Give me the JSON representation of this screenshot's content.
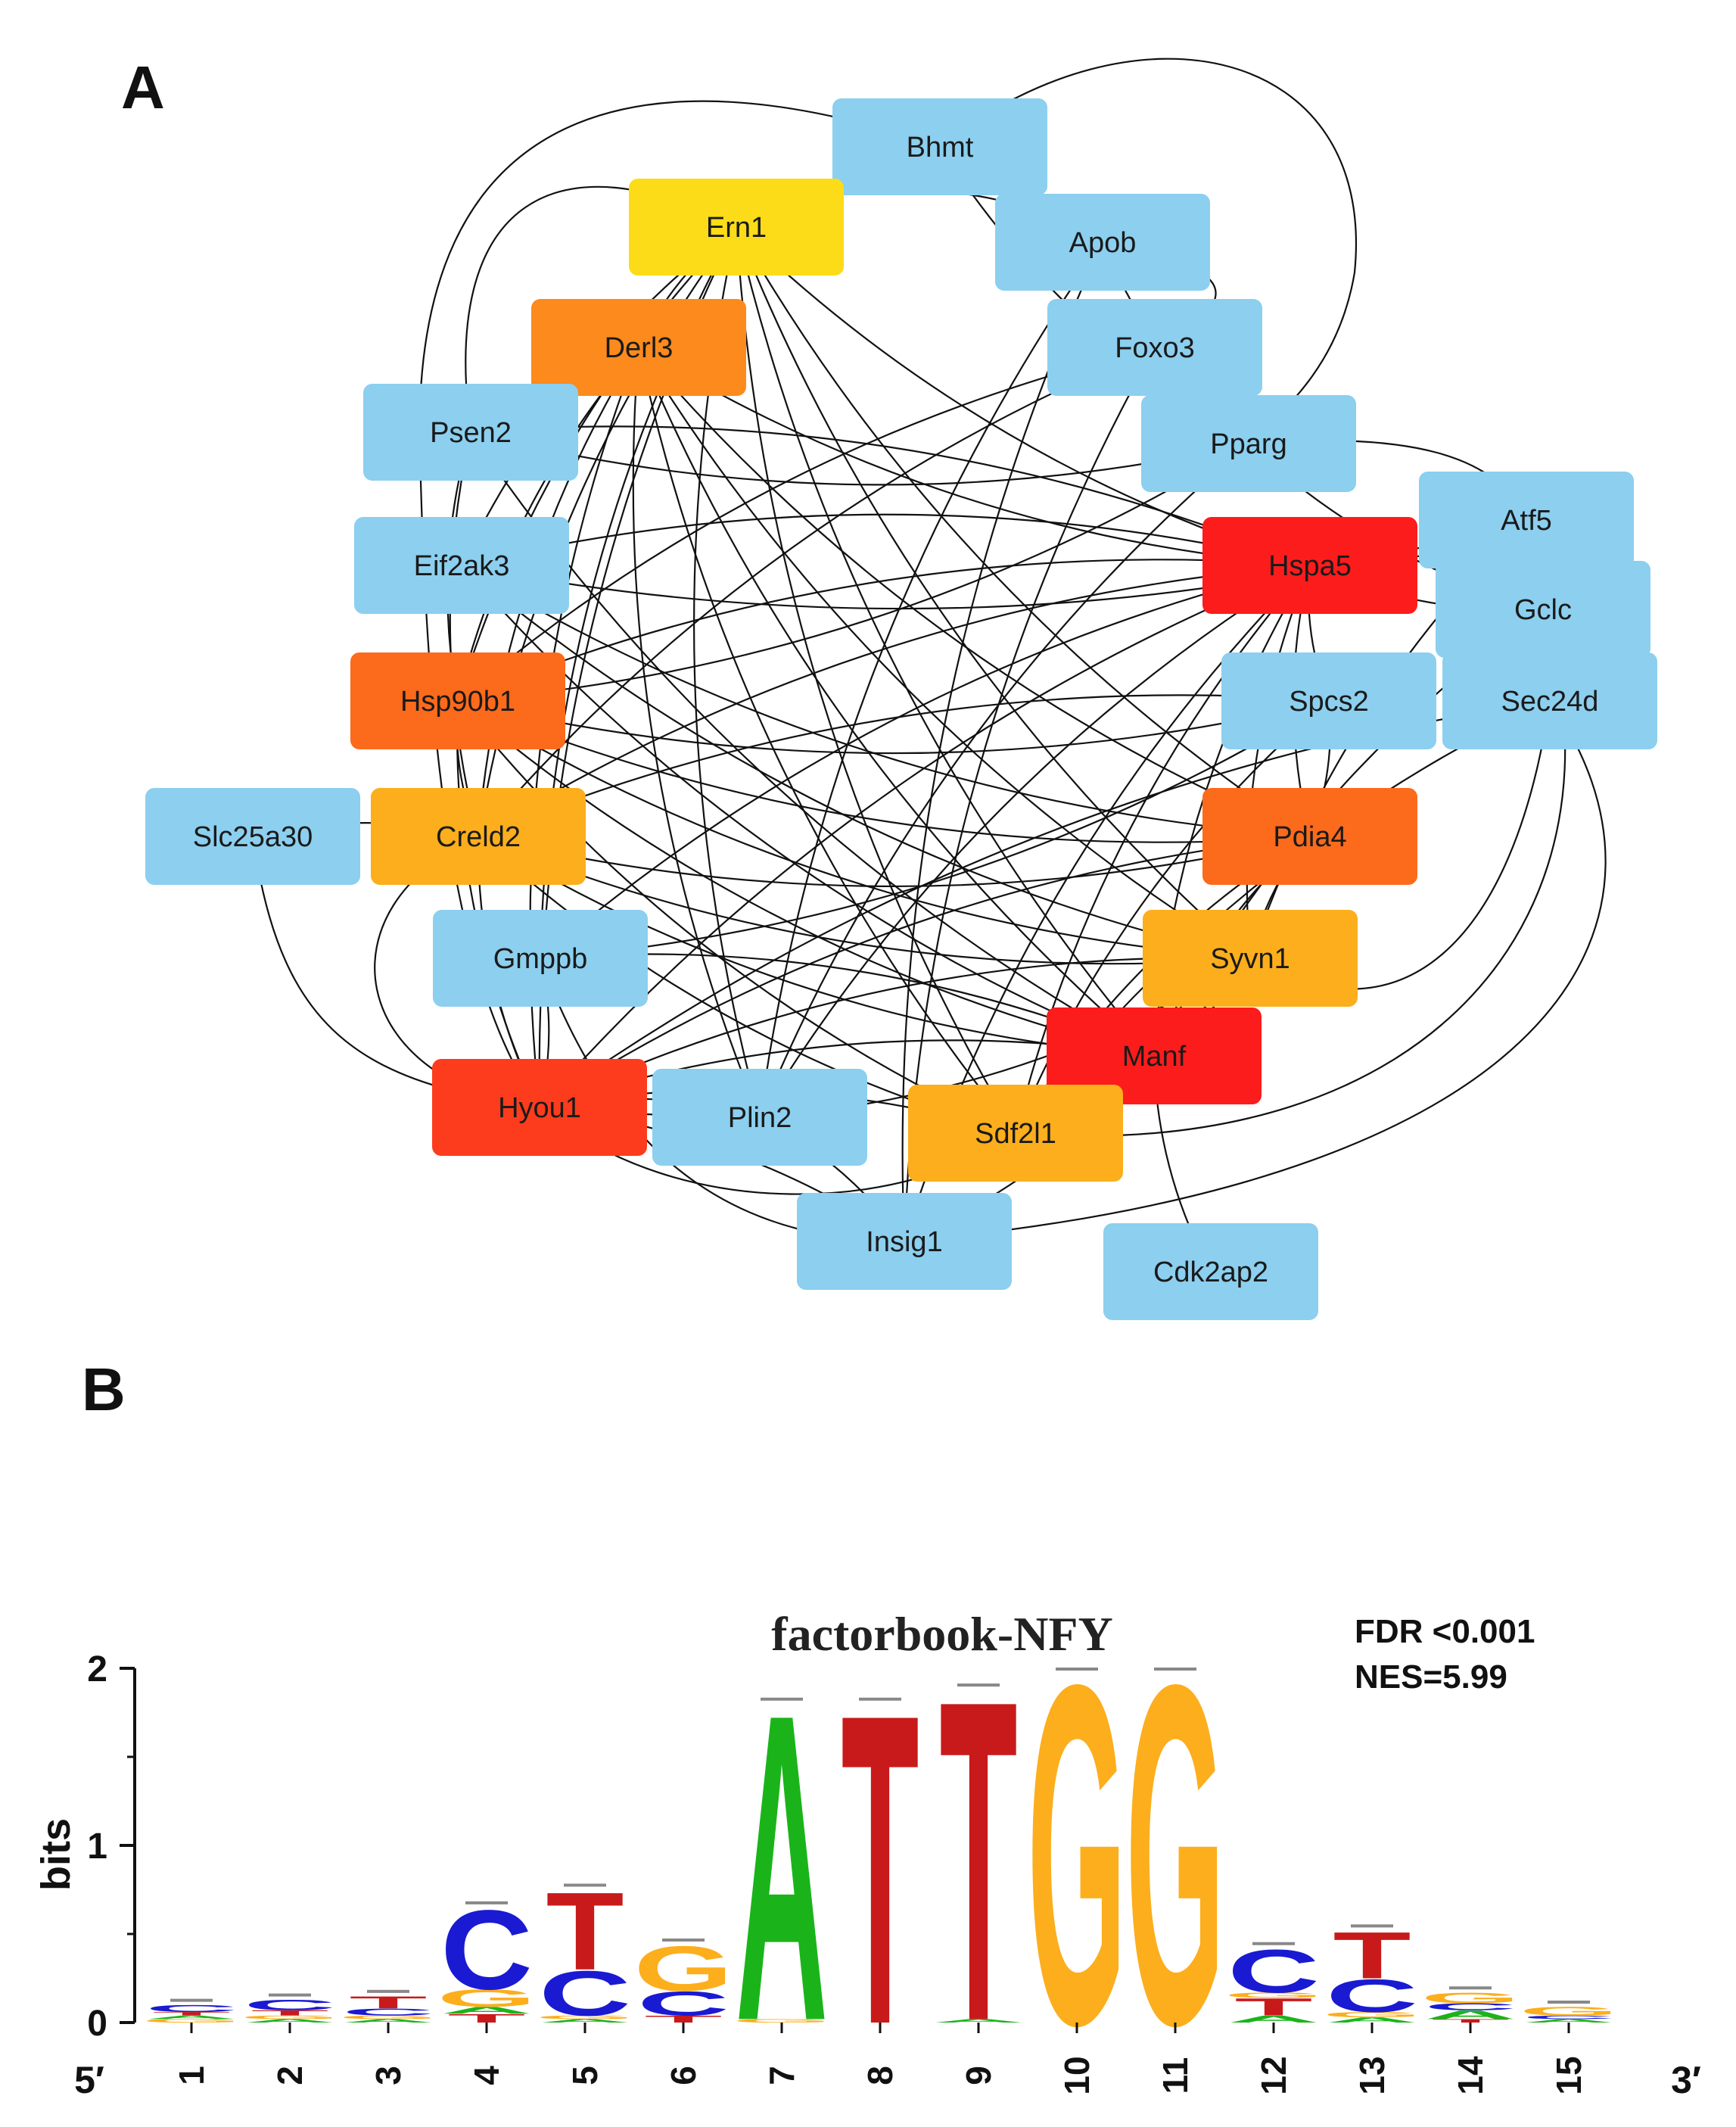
{
  "panels": {
    "a": "A",
    "b": "B"
  },
  "colors": {
    "blue": "#8ccfef",
    "yellow": "#fcdc18",
    "light_orange": "#fcae1c",
    "orange": "#fc8a1c",
    "dark_orange": "#fc6a1c",
    "red_orange": "#fc3c1c",
    "red": "#fc1c1c",
    "base_A": "#1ab41a",
    "base_C": "#1a1ad2",
    "base_G": "#fcae1c",
    "base_T": "#c81a1a"
  },
  "network": {
    "nodes": [
      {
        "id": "Bhmt",
        "label": "Bhmt",
        "color": "blue"
      },
      {
        "id": "Ern1",
        "label": "Ern1",
        "color": "yellow"
      },
      {
        "id": "Apob",
        "label": "Apob",
        "color": "blue"
      },
      {
        "id": "Derl3",
        "label": "Derl3",
        "color": "orange"
      },
      {
        "id": "Foxo3",
        "label": "Foxo3",
        "color": "blue"
      },
      {
        "id": "Psen2",
        "label": "Psen2",
        "color": "blue"
      },
      {
        "id": "Pparg",
        "label": "Pparg",
        "color": "blue"
      },
      {
        "id": "Atf5",
        "label": "Atf5",
        "color": "blue"
      },
      {
        "id": "Eif2ak3",
        "label": "Eif2ak3",
        "color": "blue"
      },
      {
        "id": "Hspa5",
        "label": "Hspa5",
        "color": "red"
      },
      {
        "id": "Gclc",
        "label": "Gclc",
        "color": "blue"
      },
      {
        "id": "Hsp90b1",
        "label": "Hsp90b1",
        "color": "dark_orange"
      },
      {
        "id": "Spcs2",
        "label": "Spcs2",
        "color": "blue"
      },
      {
        "id": "Sec24d",
        "label": "Sec24d",
        "color": "blue"
      },
      {
        "id": "Slc25a30",
        "label": "Slc25a30",
        "color": "blue"
      },
      {
        "id": "Creld2",
        "label": "Creld2",
        "color": "light_orange"
      },
      {
        "id": "Pdia4",
        "label": "Pdia4",
        "color": "dark_orange"
      },
      {
        "id": "Gmppb",
        "label": "Gmppb",
        "color": "blue"
      },
      {
        "id": "Syvn1",
        "label": "Syvn1",
        "color": "light_orange"
      },
      {
        "id": "Manf",
        "label": "Manf",
        "color": "red"
      },
      {
        "id": "Hyou1",
        "label": "Hyou1",
        "color": "red_orange"
      },
      {
        "id": "Plin2",
        "label": "Plin2",
        "color": "blue"
      },
      {
        "id": "Sdf2l1",
        "label": "Sdf2l1",
        "color": "light_orange"
      },
      {
        "id": "Insig1",
        "label": "Insig1",
        "color": "blue"
      },
      {
        "id": "Cdk2ap2",
        "label": "Cdk2ap2",
        "color": "blue"
      }
    ]
  },
  "motif": {
    "title": "factorbook-NFY",
    "fdr": "FDR <0.001",
    "nes": "NES=5.99",
    "ylabel": "bits",
    "y_ticks": [
      "0",
      "1",
      "2"
    ],
    "ylim": [
      0,
      2
    ],
    "start_label": "5′",
    "end_label": "3′",
    "positions": [
      {
        "pos": "1",
        "letters": [
          {
            "base": "G",
            "bits": 0.02
          },
          {
            "base": "A",
            "bits": 0.02
          },
          {
            "base": "T",
            "bits": 0.02
          },
          {
            "base": "C",
            "bits": 0.04
          }
        ]
      },
      {
        "pos": "2",
        "letters": [
          {
            "base": "A",
            "bits": 0.02
          },
          {
            "base": "G",
            "bits": 0.02
          },
          {
            "base": "T",
            "bits": 0.03
          },
          {
            "base": "C",
            "bits": 0.06
          }
        ]
      },
      {
        "pos": "3",
        "letters": [
          {
            "base": "A",
            "bits": 0.02
          },
          {
            "base": "G",
            "bits": 0.02
          },
          {
            "base": "C",
            "bits": 0.04
          },
          {
            "base": "T",
            "bits": 0.07
          }
        ]
      },
      {
        "pos": "4",
        "letters": [
          {
            "base": "T",
            "bits": 0.05
          },
          {
            "base": "A",
            "bits": 0.04
          },
          {
            "base": "G",
            "bits": 0.1
          },
          {
            "base": "C",
            "bits": 0.46
          }
        ]
      },
      {
        "pos": "5",
        "letters": [
          {
            "base": "A",
            "bits": 0.02
          },
          {
            "base": "G",
            "bits": 0.02
          },
          {
            "base": "C",
            "bits": 0.26
          },
          {
            "base": "T",
            "bits": 0.45
          }
        ]
      },
      {
        "pos": "6",
        "letters": [
          {
            "base": "T",
            "bits": 0.04
          },
          {
            "base": "C",
            "bits": 0.14
          },
          {
            "base": "G",
            "bits": 0.26
          }
        ]
      },
      {
        "pos": "7",
        "letters": [
          {
            "base": "G",
            "bits": 0.02
          },
          {
            "base": "A",
            "bits": 1.78
          }
        ]
      },
      {
        "pos": "8",
        "letters": [
          {
            "base": "T",
            "bits": 1.8
          }
        ]
      },
      {
        "pos": "9",
        "letters": [
          {
            "base": "A",
            "bits": 0.02
          },
          {
            "base": "T",
            "bits": 1.86
          }
        ]
      },
      {
        "pos": "10",
        "letters": [
          {
            "base": "G",
            "bits": 1.97
          }
        ]
      },
      {
        "pos": "11",
        "letters": [
          {
            "base": "G",
            "bits": 1.97
          }
        ]
      },
      {
        "pos": "12",
        "letters": [
          {
            "base": "A",
            "bits": 0.04
          },
          {
            "base": "T",
            "bits": 0.1
          },
          {
            "base": "G",
            "bits": 0.03
          },
          {
            "base": "C",
            "bits": 0.25
          }
        ]
      },
      {
        "pos": "13",
        "letters": [
          {
            "base": "A",
            "bits": 0.03
          },
          {
            "base": "G",
            "bits": 0.03
          },
          {
            "base": "C",
            "bits": 0.19
          },
          {
            "base": "T",
            "bits": 0.27
          }
        ]
      },
      {
        "pos": "14",
        "letters": [
          {
            "base": "T",
            "bits": 0.02
          },
          {
            "base": "A",
            "bits": 0.05
          },
          {
            "base": "C",
            "bits": 0.04
          },
          {
            "base": "G",
            "bits": 0.06
          }
        ]
      },
      {
        "pos": "15",
        "letters": [
          {
            "base": "A",
            "bits": 0.02
          },
          {
            "base": "C",
            "bits": 0.02
          },
          {
            "base": "G",
            "bits": 0.05
          }
        ]
      }
    ]
  }
}
